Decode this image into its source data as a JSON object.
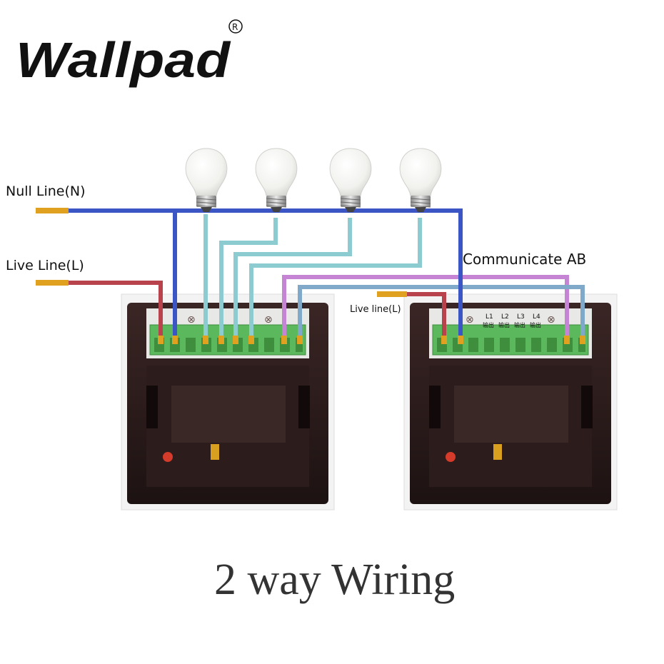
{
  "brand": {
    "name": "Wallpad",
    "registered_mark": "R"
  },
  "labels": {
    "null_line": "Null Line(N)",
    "live_line": "Live Line(L)",
    "communicate": "Communicate AB",
    "live_line_slave": "Live line(L)"
  },
  "title": "2 way Wiring",
  "terminal_labels": {
    "l1": "L1",
    "l2": "L2",
    "l3": "L3",
    "l4": "L4",
    "output": "输出",
    "ground_symbol": "⊗"
  },
  "colors": {
    "neutral_wire": "#3b56c4",
    "live_wire": "#b8434d",
    "output_wire": "#8ccbd0",
    "comm_a_wire": "#c685d4",
    "comm_b_wire": "#7fa8c9",
    "terminal_block": "#5cb85c",
    "copper": "#e0a020",
    "switch_body": "#2a1b1b"
  },
  "bulbs_count_label": "",
  "diagram": {
    "bulbs": [
      "bulb-1",
      "bulb-2",
      "bulb-3",
      "bulb-4"
    ],
    "switches": [
      "master-switch",
      "slave-switch"
    ]
  }
}
